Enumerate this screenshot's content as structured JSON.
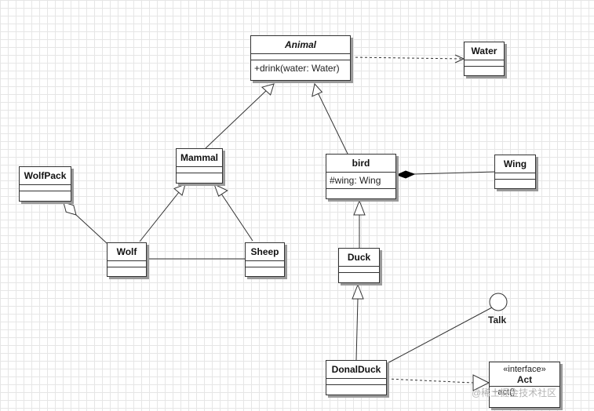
{
  "classes": {
    "animal": {
      "name": "Animal",
      "op": "+drink(water: Water)"
    },
    "water": {
      "name": "Water"
    },
    "mammal": {
      "name": "Mammal"
    },
    "bird": {
      "name": "bird",
      "attr": "#wing: Wing"
    },
    "wing": {
      "name": "Wing"
    },
    "wolfpack": {
      "name": "WolfPack"
    },
    "wolf": {
      "name": "Wolf"
    },
    "sheep": {
      "name": "Sheep"
    },
    "duck": {
      "name": "Duck"
    },
    "donalduck": {
      "name": "DonalDuck"
    }
  },
  "interface": {
    "stereotype": "«interface»",
    "name": "Act",
    "op": "+act()"
  },
  "lollipop": {
    "label": "Talk"
  },
  "watermark": "@稀土掘金技术社区"
}
